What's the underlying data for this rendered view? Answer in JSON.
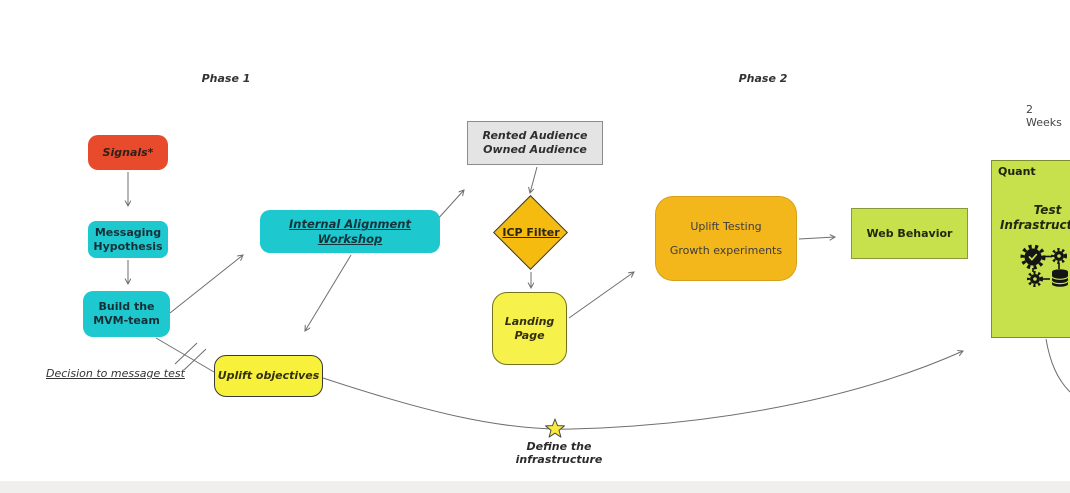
{
  "header": {
    "phase1": "Phase 1",
    "phase2": "Phase 2",
    "duration": "2 Weeks"
  },
  "annotations": {
    "decision": "Decision to message test",
    "define_infrastructure": "Define the infrastructure"
  },
  "nodes": {
    "signals": {
      "label": "Signals*",
      "color": "#e84b2b"
    },
    "messaging_hypothesis": {
      "label": "Messaging\nHypothesis",
      "color": "#1ec8cf"
    },
    "build_mvm_team": {
      "label": "Build the\nMVM-team",
      "color": "#1ec8cf"
    },
    "internal_alignment_workshop": {
      "label": "Internal Alignment Workshop",
      "color": "#1ec8cf"
    },
    "audience": {
      "label": "Rented Audience\nOwned Audience",
      "color": "#e4e4e4"
    },
    "icp_filter": {
      "label": "ICP Filter",
      "color": "#f5bb0f"
    },
    "landing_page": {
      "label": "Landing Page",
      "color": "#f7f14c"
    },
    "uplift_testing": {
      "line1": "Uplift Testing",
      "line2": "Growth experiments",
      "color": "#f3b71b"
    },
    "web_behavior": {
      "label": "Web Behavior",
      "color": "#c6e14b"
    },
    "quant_panel": {
      "tag": "Quant",
      "title": "Test\nInfrastructure",
      "color": "#c6e14b"
    },
    "uplift_objectives": {
      "label": "Uplift objectives",
      "color": "#f8f13b"
    }
  },
  "icons": {
    "star": "milestone-star",
    "gears_database": "test-automation-gears-database"
  },
  "style": {
    "arrow_color": "#6e6e6e",
    "star_fill": "#f9ea3d"
  }
}
